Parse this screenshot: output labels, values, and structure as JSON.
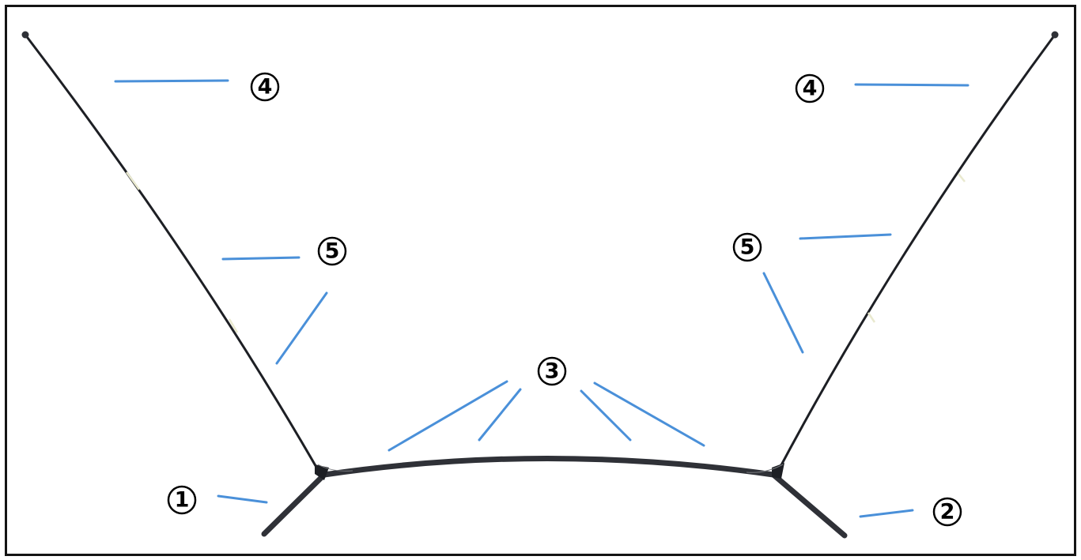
{
  "diagram": {
    "labels": {
      "label_1": "1",
      "label_2": "2",
      "label_3": "3",
      "label_4_left": "4",
      "label_4_right": "4",
      "label_5_left": "5",
      "label_5_right": "5"
    },
    "colors": {
      "frame": "#141414",
      "structure": "#2f3137",
      "rod": "#1d1f24",
      "leader_line": "#4a90d9",
      "label": "#000000"
    }
  }
}
